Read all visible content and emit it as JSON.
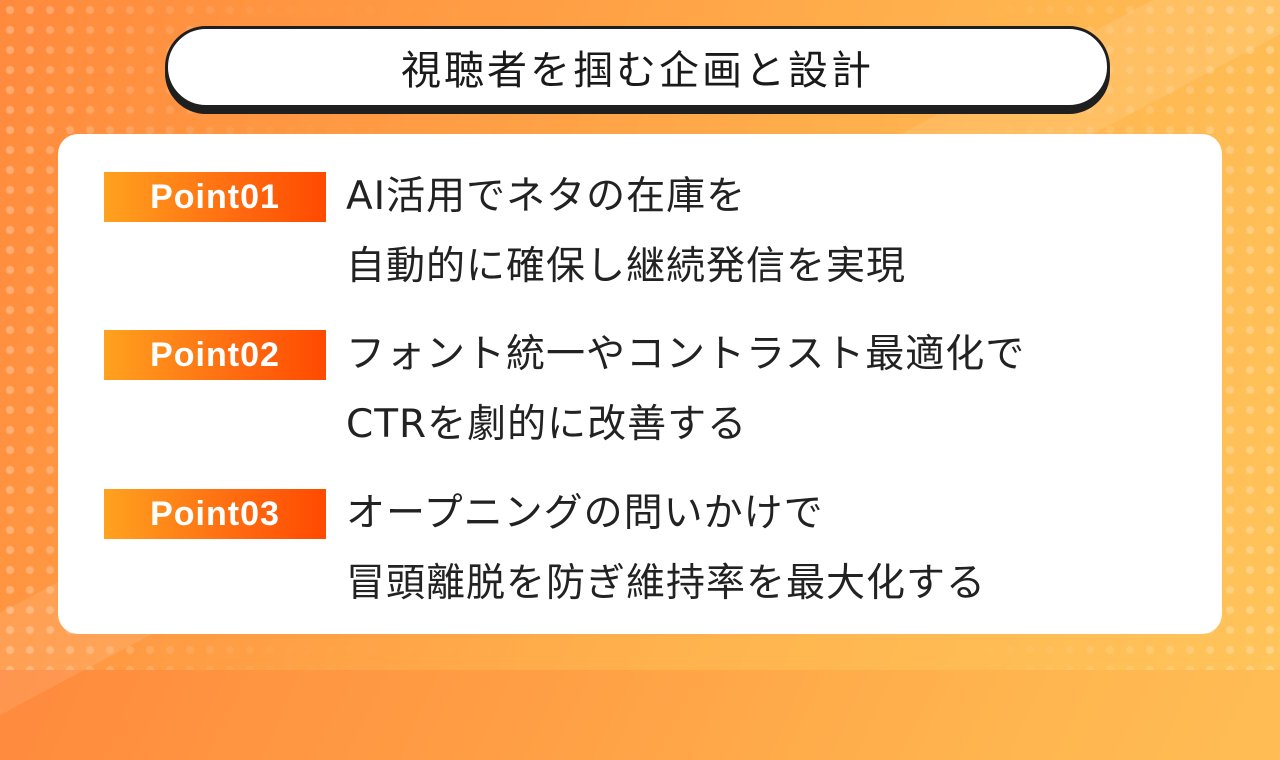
{
  "title": "視聴者を掴む企画と設計",
  "points": [
    {
      "label": "Point01",
      "lines": [
        "AI活用でネタの在庫を",
        "自動的に確保し継続発信を実現"
      ]
    },
    {
      "label": "Point02",
      "lines": [
        "フォント統一やコントラスト最適化で",
        "CTRを劇的に改善する"
      ]
    },
    {
      "label": "Point03",
      "lines": [
        "オープニングの問いかけで",
        "冒頭離脱を防ぎ維持率を最大化する"
      ]
    }
  ],
  "colors": {
    "accent_start": "#ffa21f",
    "accent_end": "#ff4a00",
    "background": "#ff9f45",
    "text": "#222222"
  }
}
